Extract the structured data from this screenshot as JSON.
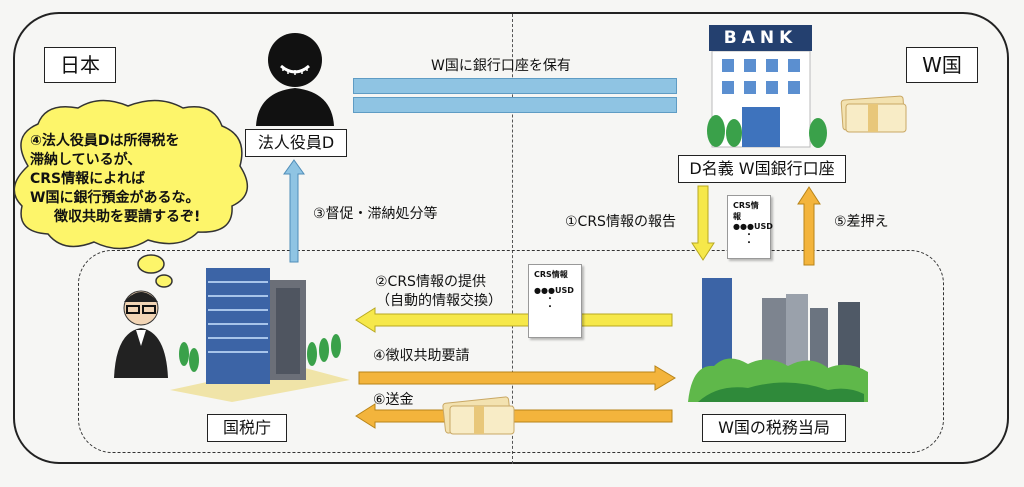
{
  "regions": {
    "left": "日本",
    "right": "W国"
  },
  "top_caption": "W国に銀行口座を保有",
  "nodes": {
    "officer": "法人役員D",
    "account": "D名義 W国銀行口座",
    "nta": "国税庁",
    "w_tax": "W国の税務当局",
    "bank_sign": "BANK"
  },
  "flows": {
    "report": "①CRS情報の報告",
    "provide": "②CRS情報の提供",
    "provide_sub": "（自動的情報交換）",
    "collect": "③督促・滞納処分等",
    "request": "④徴収共助要請",
    "seize": "⑤差押え",
    "remit": "⑥送金"
  },
  "thought_bubble": [
    "④法人役員Dは所得税を",
    "滞納しているが、",
    "CRS情報によれば",
    "W国に銀行預金があるな。",
    "徴収共助を要請するぞ!"
  ],
  "doc": {
    "title": "CRS情報",
    "amount": "●●●USD",
    "dots": "・"
  },
  "colors": {
    "blue_arrow": "#8fc4e3",
    "yellow_arrow": "#f6e84a",
    "orange_arrow": "#f3b43c",
    "building_blue": "#3c64a6"
  }
}
